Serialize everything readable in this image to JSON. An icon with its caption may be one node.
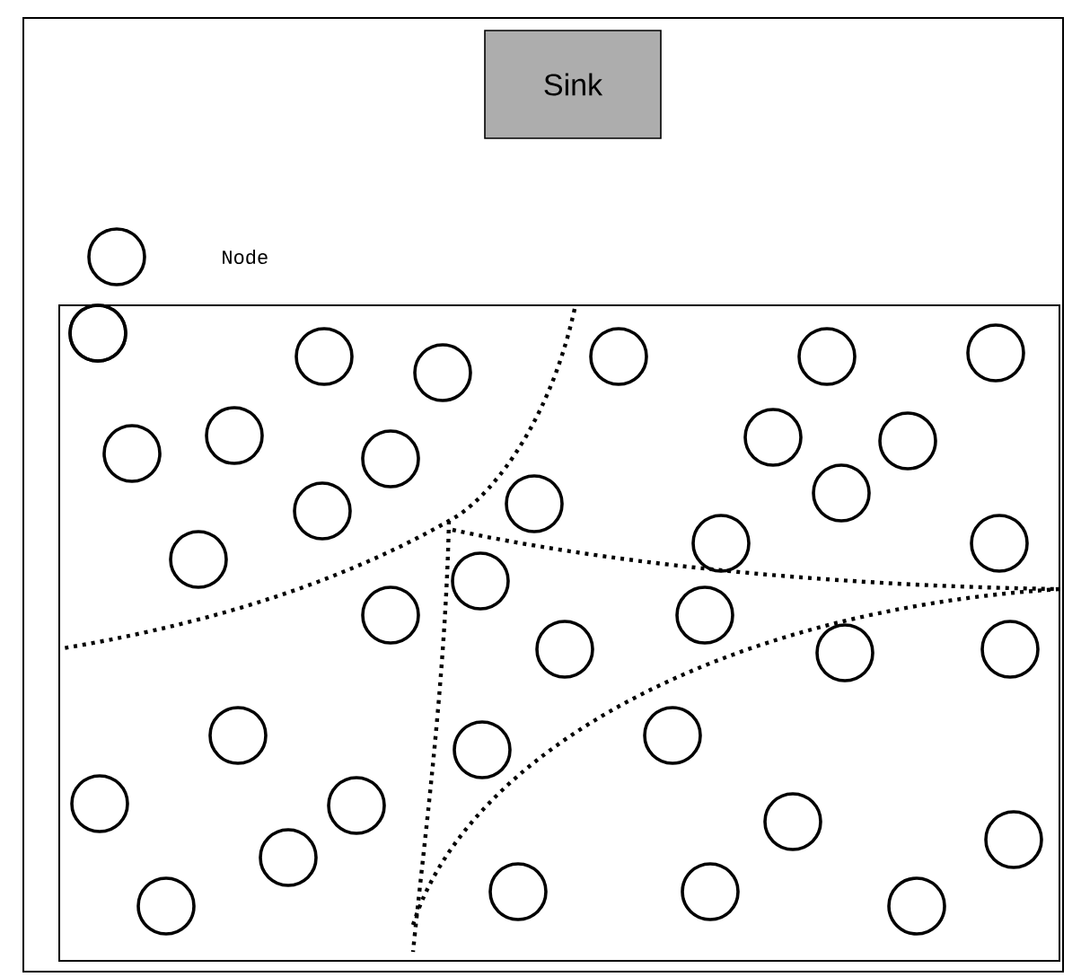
{
  "diagram": {
    "nodes": [
      {
        "text": [
          "Sink"
        ]
      },
      {
        "text": [],
        "shape": "box"
      },
      {
        "text": [],
        "shape": "circle",
        "in": 1
      },
      {
        "text": [],
        "shape": "circle",
        "in": 1
      },
      {
        "text": [],
        "shape": "circle",
        "in": 1
      },
      {
        "text": [],
        "shape": "circle",
        "in": 1
      },
      {
        "text": [],
        "shape": "circle",
        "in": 1
      },
      {
        "text": [],
        "shape": "circle",
        "in": 1
      },
      {
        "text": [],
        "shape": "circle",
        "in": 1
      },
      {
        "text": [],
        "shape": "circle",
        "in": 1
      },
      {
        "text": [],
        "shape": "circle",
        "in": 1
      },
      {
        "text": [],
        "shape": "circle",
        "in": 1
      },
      {
        "text": [],
        "shape": "circle",
        "in": 1
      },
      {
        "text": [],
        "shape": "circle",
        "in": 1
      },
      {
        "text": [],
        "shape": "circle",
        "in": 1
      },
      {
        "text": [],
        "shape": "circle",
        "in": 1
      },
      {
        "text": [],
        "shape": "circle",
        "in": 1
      },
      {
        "text": [],
        "shape": "circle",
        "in": 1
      },
      {
        "text": [],
        "shape": "circle",
        "in": 1
      },
      {
        "text": [],
        "shape": "circle",
        "in": 1
      },
      {
        "text": [],
        "shape": "circle",
        "in": 1
      },
      {
        "text": [],
        "shape": "circle",
        "in": 1
      },
      {
        "text": [],
        "shape": "circle",
        "in": 1
      },
      {
        "text": [],
        "shape": "circle",
        "in": 1
      },
      {
        "text": [],
        "shape": "circle",
        "in": 1
      },
      {
        "text": [],
        "shape": "circle",
        "in": 1
      },
      {
        "text": [],
        "shape": "circle",
        "in": 1
      },
      {
        "text": [],
        "shape": "circle",
        "in": 1
      },
      {
        "text": [],
        "shape": "circle",
        "in": 1
      },
      {
        "text": [],
        "shape": "circle",
        "in": 1
      },
      {
        "text": [],
        "shape": "circle",
        "in": 1
      },
      {
        "text": [],
        "shape": "circle",
        "in": 1
      },
      {
        "text": [],
        "shape": "circle",
        "in": 1
      },
      {
        "text": [],
        "shape": "circle",
        "in": 1
      },
      {
        "text": [],
        "shape": "circle",
        "in": 1
      },
      {
        "text": [],
        "shape": "circle",
        "in": 1
      },
      {
        "text": [],
        "shape": "circle",
        "in": 1
      },
      {
        "text": [],
        "shape": "circle",
        "in": 1
      }
    ],
    "legend": [
      {
        "text": "Node"
      }
    ]
  }
}
